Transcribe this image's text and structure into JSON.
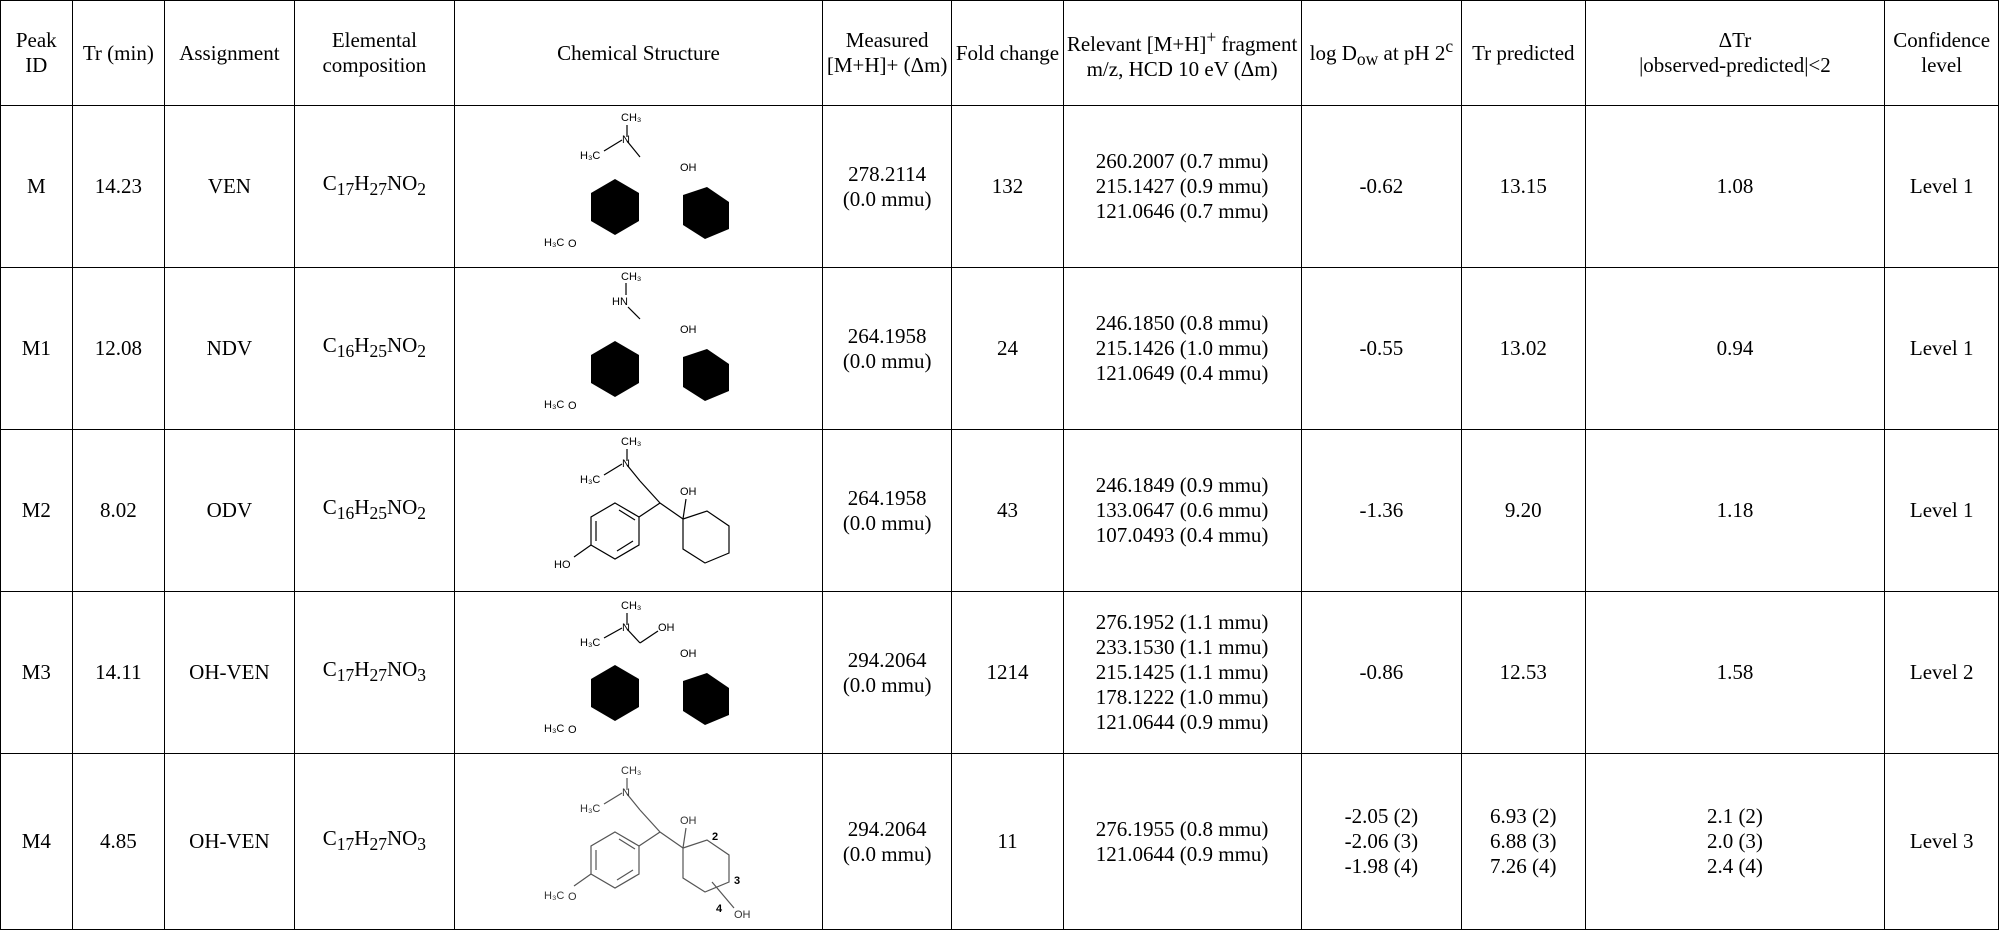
{
  "headers": {
    "peak_id": "Peak ID",
    "tr": "Tr (min)",
    "assignment": "Assignment",
    "elemental": "Elemental composition",
    "structure": "Chemical Structure",
    "measured": "Measured [M+H]+ (Δm)",
    "fold": "Fold change",
    "fragment_1": "Relevant [M+H]",
    "fragment_sup": "+",
    "fragment_2": "fragment m/z, HCD 10 eV (Δm)",
    "logd_pre": "log D",
    "logd_sub": "ow",
    "logd_post": " at pH 2",
    "logd_sup": "c",
    "tr_pred": "Tr predicted",
    "dtr_1": "ΔTr",
    "dtr_2": "|observed-predicted|<2",
    "confidence": "Confidence level"
  },
  "labels": {
    "ch3": "CH₃",
    "h3c": "H₃C",
    "n": "N",
    "hn": "HN",
    "oh": "OH",
    "ho": "HO",
    "o": "O",
    "ring_2": "2",
    "ring_3": "3",
    "ring_4": "4"
  },
  "rows": [
    {
      "id": "M",
      "tr": "14.23",
      "assignment": "VEN",
      "formula": {
        "c": "17",
        "h": "27",
        "n": "N",
        "o": "2"
      },
      "measured": [
        "278.2114",
        "(0.0 mmu)"
      ],
      "fold": "132",
      "fragments": [
        "260.2007 (0.7 mmu)",
        "215.1427 (0.9 mmu)",
        "121.0646 (0.7 mmu)"
      ],
      "logd": [
        "-0.62"
      ],
      "trpred": [
        "13.15"
      ],
      "dtr": [
        "1.08"
      ],
      "confidence": "Level 1"
    },
    {
      "id": "M1",
      "tr": "12.08",
      "assignment": "NDV",
      "formula": {
        "c": "16",
        "h": "25",
        "n": "N",
        "o": "2"
      },
      "measured": [
        "264.1958",
        "(0.0 mmu)"
      ],
      "fold": "24",
      "fragments": [
        "246.1850 (0.8 mmu)",
        "215.1426 (1.0 mmu)",
        "121.0649 (0.4 mmu)"
      ],
      "logd": [
        "-0.55"
      ],
      "trpred": [
        "13.02"
      ],
      "dtr": [
        "0.94"
      ],
      "confidence": "Level 1"
    },
    {
      "id": "M2",
      "tr": "8.02",
      "assignment": "ODV",
      "formula": {
        "c": "16",
        "h": "25",
        "n": "N",
        "o": "2"
      },
      "measured": [
        "264.1958",
        "(0.0 mmu)"
      ],
      "fold": "43",
      "fragments": [
        "246.1849 (0.9 mmu)",
        "133.0647 (0.6 mmu)",
        "107.0493 (0.4 mmu)"
      ],
      "logd": [
        "-1.36"
      ],
      "trpred": [
        "9.20"
      ],
      "dtr": [
        "1.18"
      ],
      "confidence": "Level 1"
    },
    {
      "id": "M3",
      "tr": "14.11",
      "assignment": "OH-VEN",
      "formula": {
        "c": "17",
        "h": "27",
        "n": "N",
        "o": "3"
      },
      "measured": [
        "294.2064",
        "(0.0 mmu)"
      ],
      "fold": "1214",
      "fragments": [
        "276.1952 (1.1 mmu)",
        "233.1530 (1.1 mmu)",
        "215.1425 (1.1 mmu)",
        "178.1222 (1.0 mmu)",
        "121.0644 (0.9 mmu)"
      ],
      "logd": [
        "-0.86"
      ],
      "trpred": [
        "12.53"
      ],
      "dtr": [
        "1.58"
      ],
      "confidence": "Level 2"
    },
    {
      "id": "M4",
      "tr": "4.85",
      "assignment": "OH-VEN",
      "formula": {
        "c": "17",
        "h": "27",
        "n": "N",
        "o": "3"
      },
      "measured": [
        "294.2064",
        "(0.0 mmu)"
      ],
      "fold": "11",
      "fragments": [
        "276.1955 (0.8 mmu)",
        "121.0644 (0.9 mmu)"
      ],
      "logd": [
        "-2.05 (2)",
        "-2.06 (3)",
        "-1.98 (4)"
      ],
      "trpred": [
        "6.93 (2)",
        "6.88 (3)",
        "7.26 (4)"
      ],
      "dtr": [
        "2.1 (2)",
        "2.0 (3)",
        "2.4 (4)"
      ],
      "confidence": "Level 3"
    }
  ]
}
